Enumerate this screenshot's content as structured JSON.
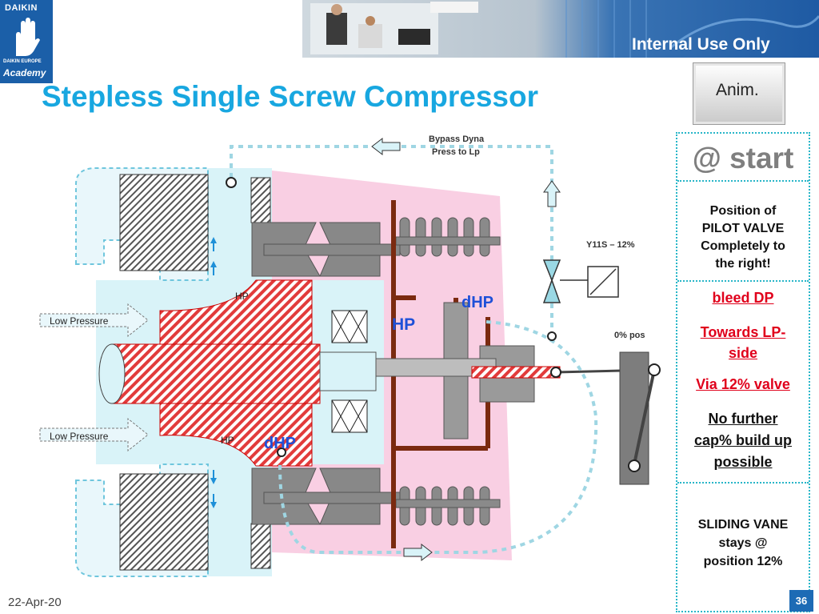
{
  "header": {
    "logo_brand": "DAIKIN",
    "logo_sub": "DAIKIN EUROPE",
    "logo_academy": "Academy",
    "internal_label": "Internal Use Only"
  },
  "title": "Stepless Single Screw Compressor",
  "anim_button": "Anim.",
  "diagram": {
    "bypass_line1": "Bypass Dyna",
    "bypass_line2": "Press to Lp",
    "valve_label": "Y11S – 12%",
    "pos_label": "0% pos",
    "low_pressure_top": "Low Pressure",
    "low_pressure_bottom": "Low Pressure",
    "hp_top": "HP",
    "hp_bottom": "HP",
    "hp_blue": "HP",
    "dhp_top": "dHP",
    "dhp_bottom": "dHP"
  },
  "panel": {
    "start": "@ start",
    "pilot": [
      "Position of",
      "PILOT VALVE",
      "Completely to",
      "the right!"
    ],
    "bleed": "bleed DP",
    "towards": [
      "Towards LP-",
      "side"
    ],
    "via": "Via 12% valve",
    "nofurther": [
      "No further",
      "cap% build up",
      "possible"
    ],
    "sliding": [
      "SLIDING VANE",
      "stays @",
      "position 12%"
    ]
  },
  "footer": {
    "date": "22-Apr-20",
    "page": "36"
  },
  "colors": {
    "title": "#18a7e0",
    "red_text": "#e0001b",
    "blue_label": "#1e50d8",
    "pink": "#f9cfe3",
    "light_cyan": "#d9f3f8",
    "brown": "#7b2a10",
    "dotted": "#9fd6e3"
  }
}
